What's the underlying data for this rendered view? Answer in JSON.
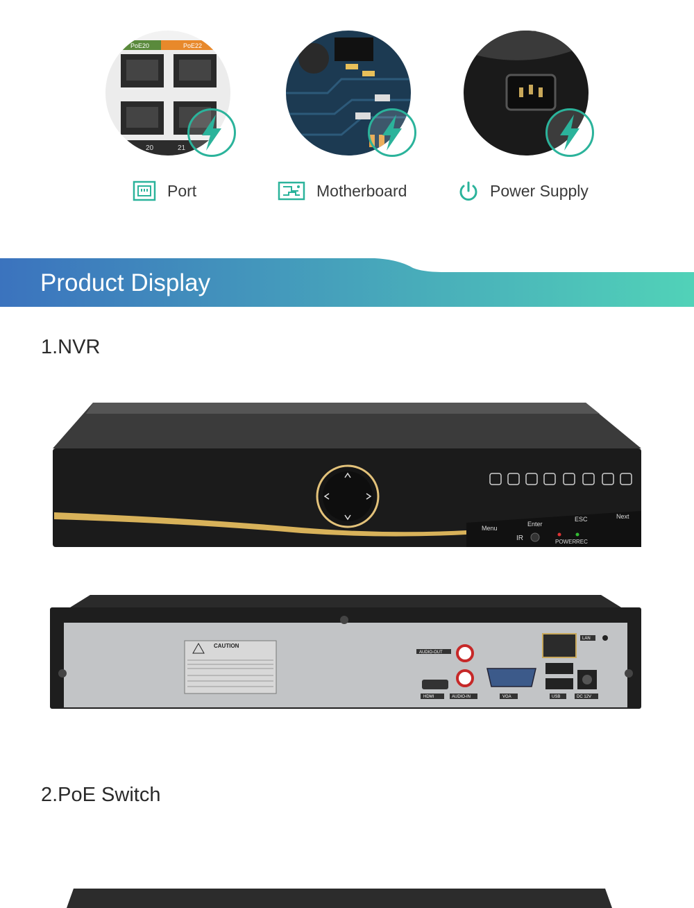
{
  "features": [
    {
      "label": "Port",
      "icon": "ethernet-port-icon",
      "ports": {
        "top_left_label": "PoE20",
        "top_right_label": "PoE22",
        "bottom_left_number": "20",
        "bottom_right_number": "21"
      }
    },
    {
      "label": "Motherboard",
      "icon": "circuit-board-icon"
    },
    {
      "label": "Power Supply",
      "icon": "power-icon"
    }
  ],
  "accent_color": "#2bb39b",
  "banner": {
    "title": "Product Display",
    "gradient": [
      "#3b73be",
      "#51d2b8"
    ]
  },
  "sections": [
    {
      "title": "1.NVR"
    },
    {
      "title": "2.PoE Switch"
    }
  ],
  "nvr_front": {
    "buttons": [
      "Menu",
      "Enter",
      "ESC",
      "Next"
    ],
    "ir_label": "IR",
    "leds": [
      "POWER",
      "REC"
    ]
  },
  "nvr_back": {
    "caution_label": "CAUTION",
    "port_labels": {
      "audio_out": "AUDIO-OUT",
      "audio_in": "AUDIO-IN",
      "hdmi": "HDMI",
      "vga": "VGA",
      "usb": "USB",
      "lan": "LAN",
      "dc": "DC 12V"
    }
  }
}
